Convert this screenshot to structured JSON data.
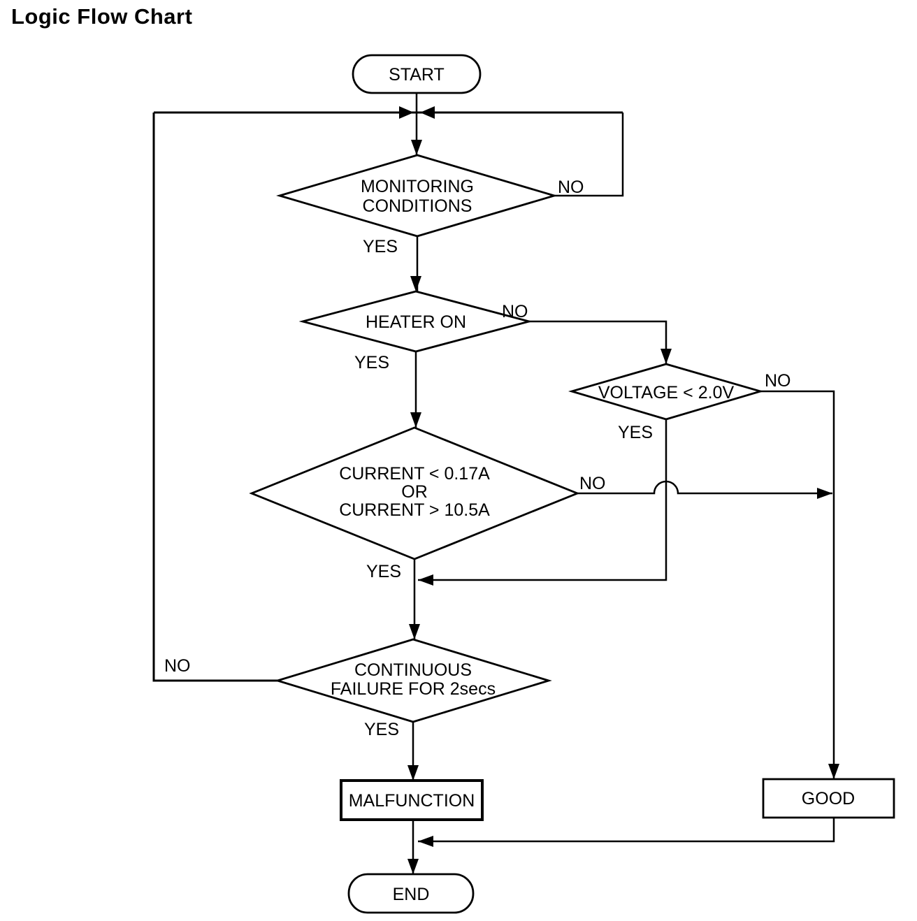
{
  "title": "Logic Flow Chart",
  "nodes": {
    "start": {
      "label": "START"
    },
    "monitoring": {
      "line1": "MONITORING",
      "line2": "CONDITIONS"
    },
    "heater": {
      "label": "HEATER ON"
    },
    "voltage": {
      "label": "VOLTAGE < 2.0V"
    },
    "current": {
      "line1": "CURRENT < 0.17A",
      "line2": "OR",
      "line3": "CURRENT > 10.5A"
    },
    "continuous": {
      "line1": "CONTINUOUS",
      "line2": "FAILURE FOR 2secs"
    },
    "malfunction": {
      "label": "MALFUNCTION"
    },
    "good": {
      "label": "GOOD"
    },
    "end": {
      "label": "END"
    }
  },
  "edges": {
    "monitoring_no": "NO",
    "monitoring_yes": "YES",
    "heater_no": "NO",
    "heater_yes": "YES",
    "voltage_no": "NO",
    "voltage_yes": "YES",
    "current_no": "NO",
    "current_yes": "YES",
    "continuous_no": "NO",
    "continuous_yes": "YES"
  },
  "colors": {
    "line": "#000000",
    "background": "#ffffff",
    "text": "#000000"
  }
}
